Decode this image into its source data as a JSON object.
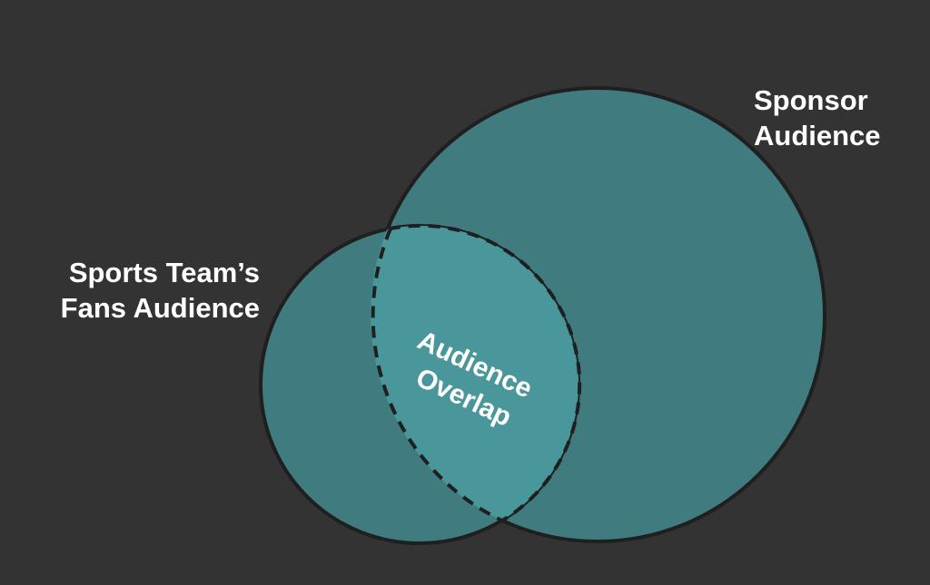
{
  "diagram": {
    "type": "venn",
    "background_color": "#333333",
    "circle_fill": "#3f7b7f",
    "overlap_fill": "#4a979b",
    "stroke_color": "#1f1f1f",
    "sets": {
      "sponsor": {
        "line1": "Sponsor",
        "line2": "Audience"
      },
      "fans": {
        "line1": "Sports Team’s",
        "line2": "Fans Audience"
      }
    },
    "overlap": {
      "line1": "Audience",
      "line2": "Overlap"
    }
  }
}
